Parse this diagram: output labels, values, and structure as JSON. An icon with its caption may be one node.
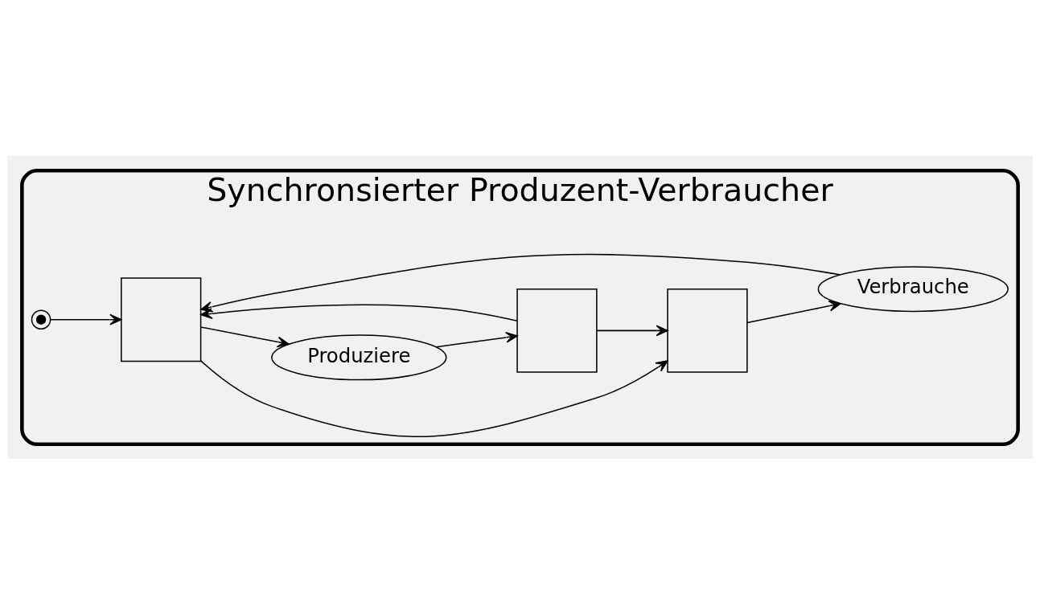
{
  "diagram": {
    "nodes": [
      {
        "text": [
          "Synchronsierter Produzent-Verbraucher"
        ]
      },
      {
        "text": [],
        "shape": "circle",
        "in": 0
      },
      {
        "text": [],
        "shape": "box",
        "in": 0
      },
      {
        "text": [
          "Produziere"
        ],
        "in": 0
      },
      {
        "text": [],
        "shape": "box",
        "in": 0
      },
      {
        "text": [
          "Verbrauche"
        ],
        "in": 0
      },
      {
        "text": [],
        "shape": "box",
        "in": 0
      }
    ],
    "edges": [
      {
        "from": 1,
        "to": 2,
        "arrow": "to"
      },
      {
        "from": 2,
        "to": 3,
        "arrow": "to"
      },
      {
        "from": 3,
        "to": 4,
        "arrow": "to"
      },
      {
        "from": 4,
        "to": 2,
        "arrow": "to"
      },
      {
        "from": 4,
        "to": 6,
        "arrow": "to"
      },
      {
        "from": 6,
        "to": 5,
        "arrow": "to"
      },
      {
        "from": 5,
        "to": 2,
        "arrow": "to"
      },
      {
        "from": 2,
        "to": 6,
        "arrow": "to"
      }
    ]
  }
}
